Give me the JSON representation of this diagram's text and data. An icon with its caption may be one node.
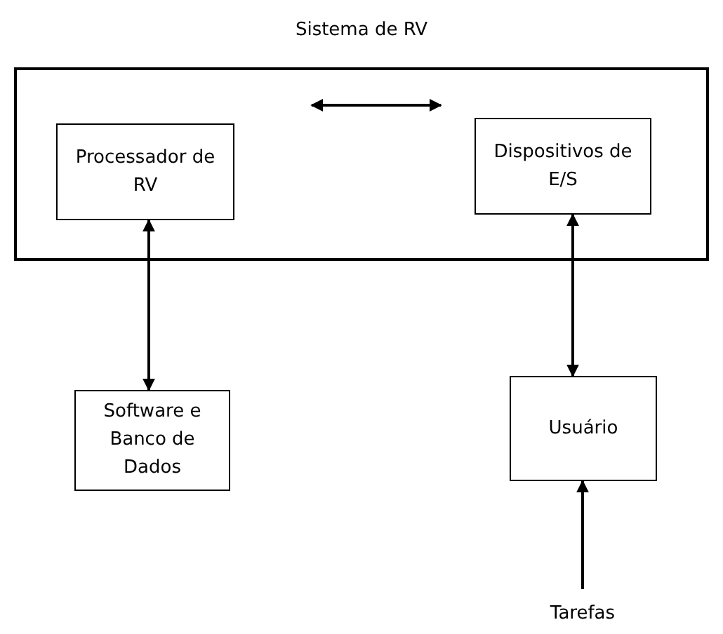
{
  "diagram": {
    "nodes": [
      {
        "text": [
          "Sistema de RV"
        ]
      },
      {
        "text": [
          "Processador de RV"
        ],
        "in": 0
      },
      {
        "text": [
          "Dispositivos de E/S"
        ],
        "in": 0
      },
      {
        "text": [
          "Software e Banco de Dados"
        ]
      },
      {
        "text": [
          "Usuário"
        ]
      },
      {
        "text": [
          "Tarefas"
        ]
      }
    ],
    "edges": [
      {
        "from": 1,
        "to": 2,
        "arrow": "both"
      },
      {
        "from": 1,
        "to": 3,
        "arrow": "both"
      },
      {
        "from": 2,
        "to": 4,
        "arrow": "both"
      },
      {
        "from": 5,
        "to": 4,
        "arrow": "to"
      }
    ]
  }
}
